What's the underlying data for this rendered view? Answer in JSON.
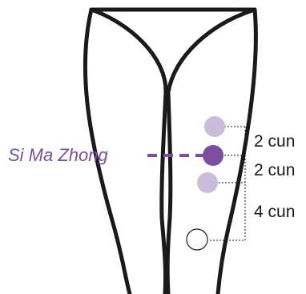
{
  "diagram": {
    "point_name": "Si Ma Zhong",
    "distances": [
      "2 cun",
      "2 cun",
      "4 cun"
    ],
    "colors": {
      "accent": "#7a4fa0",
      "light_point": "#cbbcdc",
      "outline": "#1a1a1a",
      "background": "#ffffff"
    }
  }
}
